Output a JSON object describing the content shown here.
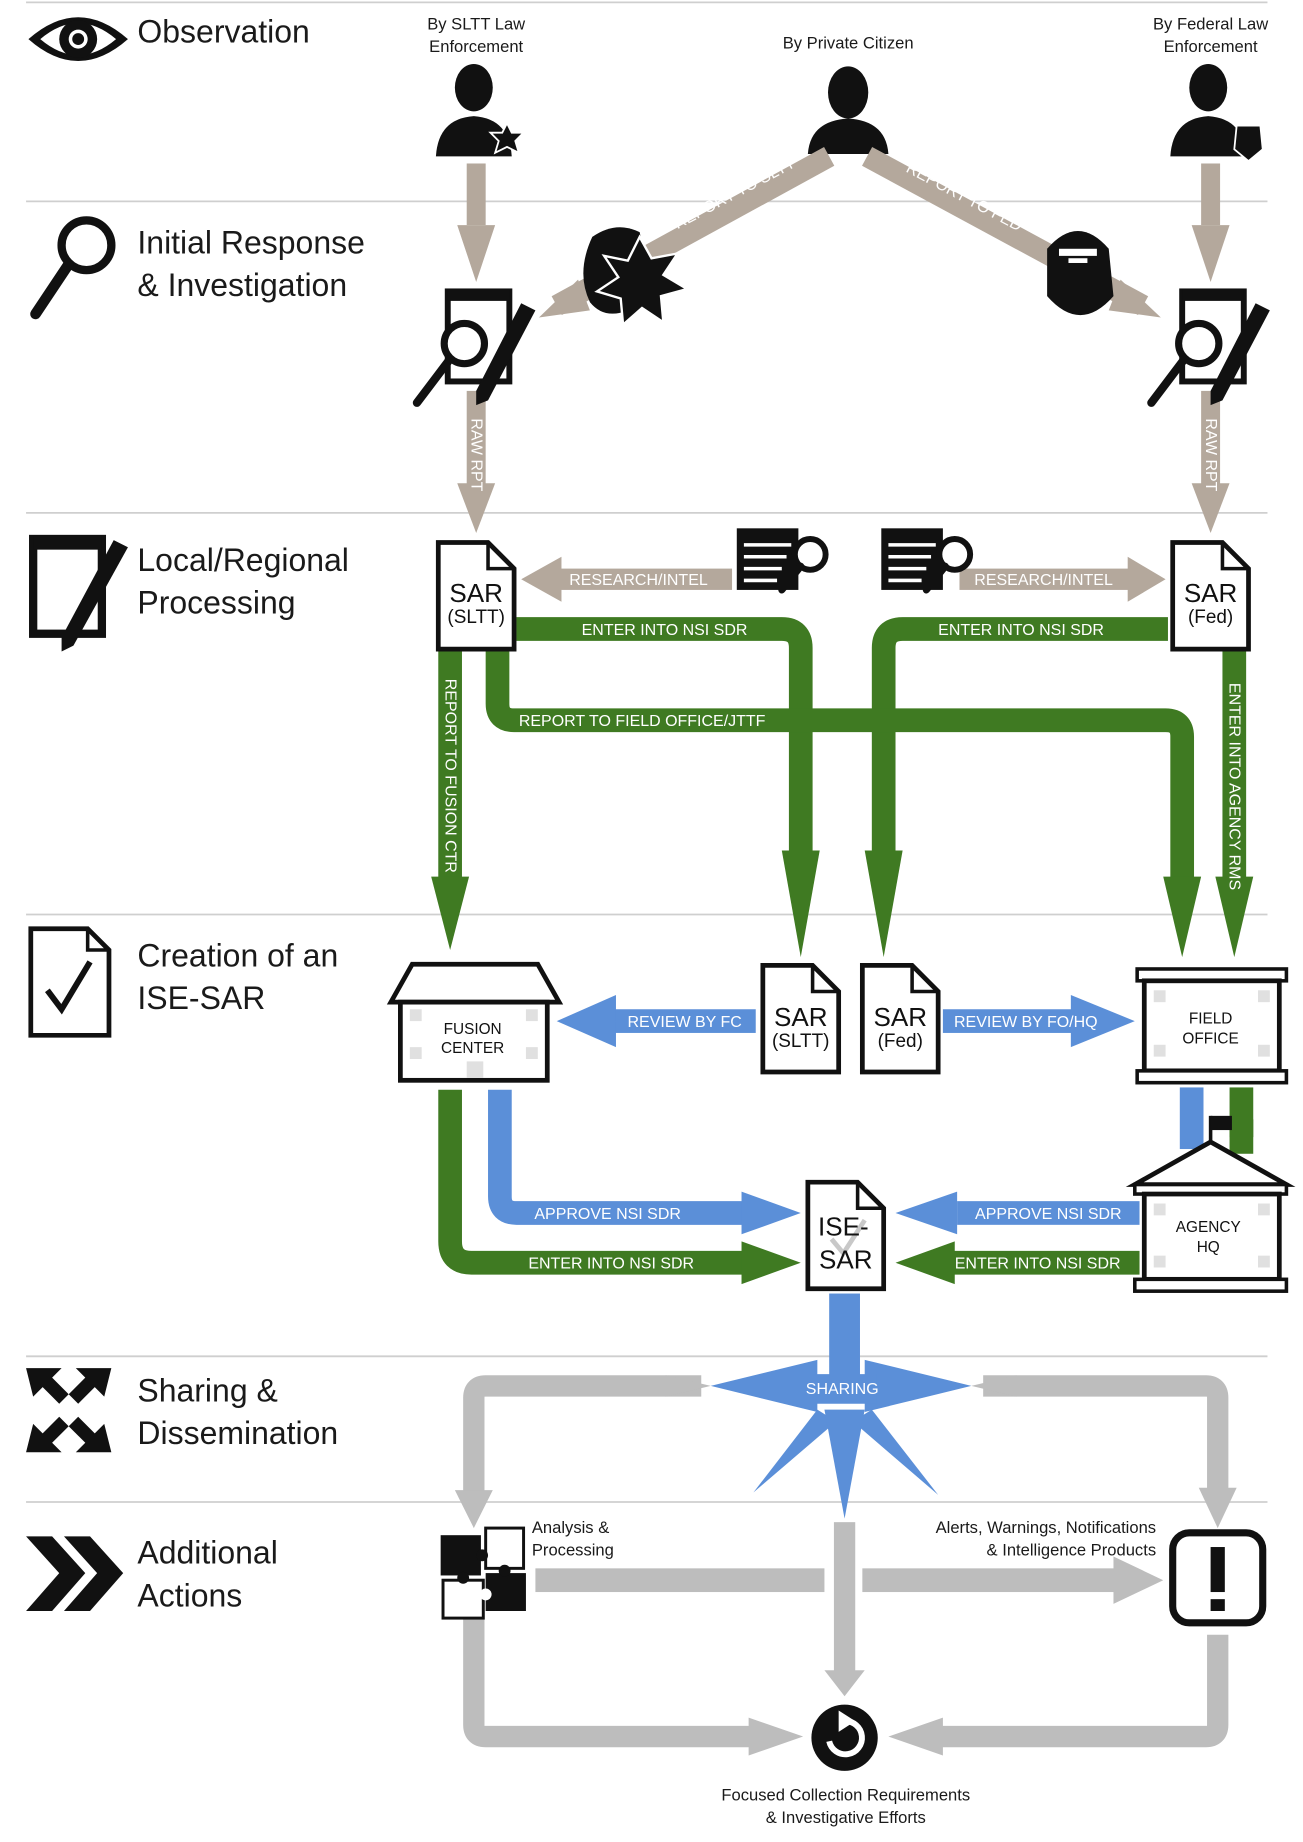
{
  "stages": [
    {
      "line1": "Observation",
      "line2": ""
    },
    {
      "line1": "Initial Response",
      "line2": "& Investigation"
    },
    {
      "line1": "Local/Regional",
      "line2": "Processing"
    },
    {
      "line1": "Creation of an",
      "line2": "ISE-SAR"
    },
    {
      "line1": "Sharing &",
      "line2": "Dissemination"
    },
    {
      "line1": "Additional",
      "line2": "Actions"
    }
  ],
  "observers": {
    "sltt": {
      "line1": "By SLTT Law",
      "line2": "Enforcement"
    },
    "citizen": {
      "line1": "By Private Citizen"
    },
    "federal": {
      "line1": "By Federal Law",
      "line2": "Enforcement"
    }
  },
  "arrows": {
    "report_to_sltt": "REPORT TO SLTT",
    "report_to_fed": "REPORT TO FED",
    "raw_rpt_left": "RAW RPT",
    "raw_rpt_right": "RAW RPT",
    "research_intel_left": "RESEARCH/INTEL",
    "research_intel_right": "RESEARCH/INTEL",
    "enter_nsi_sdr_left": "ENTER INTO NSI SDR",
    "enter_nsi_sdr_right": "ENTER INTO NSI SDR",
    "report_field_office": "REPORT TO FIELD OFFICE/JTTF",
    "report_fusion_ctr": "REPORT TO FUSION CTR",
    "enter_agency_rms": "ENTER INTO AGENCY RMS",
    "review_by_fc": "REVIEW BY FC",
    "review_by_fohq": "REVIEW BY FO/HQ",
    "approve_left": "APPROVE NSI SDR",
    "approve_right": "APPROVE NSI SDR",
    "enter_left": "ENTER INTO NSI SDR",
    "enter_right": "ENTER INTO NSI SDR",
    "sharing": "SHARING"
  },
  "docs": {
    "sar_sltt": {
      "line1": "SAR",
      "line2": "(SLTT)"
    },
    "sar_fed": {
      "line1": "SAR",
      "line2": "(Fed)"
    },
    "sar_sltt_center": {
      "line1": "SAR",
      "line2": "(SLTT)"
    },
    "sar_fed_center": {
      "line1": "SAR",
      "line2": "(Fed)"
    },
    "ise_sar": {
      "line1": "ISE-",
      "line2": "SAR"
    }
  },
  "buildings": {
    "fusion": {
      "line1": "FUSION",
      "line2": "CENTER"
    },
    "field": {
      "line1": "FIELD",
      "line2": "OFFICE"
    },
    "agency": {
      "line1": "AGENCY",
      "line2": "HQ"
    }
  },
  "outcomes": {
    "analysis": {
      "line1": "Analysis &",
      "line2": "Processing"
    },
    "alerts": {
      "line1": "Alerts, Warnings, Notifications",
      "line2": "& Intelligence Products"
    },
    "focused": {
      "line1": "Focused Collection Requirements",
      "line2": "& Investigative Efforts"
    }
  },
  "colors": {
    "tan": "#b4a89c",
    "green": "#3f7a22",
    "blue": "#5b8fd8",
    "gray": "#bdbdbd",
    "black": "#111111"
  }
}
